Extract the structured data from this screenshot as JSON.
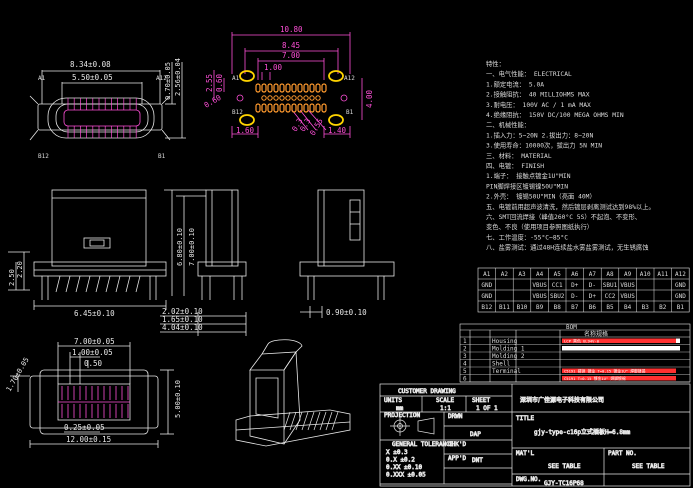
{
  "colors": {
    "background": "#000000",
    "line": "#e8e8e8",
    "dimension_magenta": "#ff4fd8",
    "pad_yellow": "#ffd400",
    "pad_orange": "#ff9a2e",
    "title_cyan": "#35d7ff",
    "title_yellow": "#ffd23a",
    "bar_red": "#ff3030"
  },
  "front_view": {
    "dims": {
      "top_width": "8.34±0.08",
      "inner_width": "5.50±0.05",
      "height_left": "0.70±0.05",
      "height_right": "2.56±0.04"
    },
    "pins": {
      "a1": "A1",
      "a12": "A12",
      "b12": "B12",
      "b1": "B1"
    }
  },
  "pcb_footprint": {
    "dims": {
      "width_outer": "10.80",
      "width_mid": "8.45",
      "width_inner": "7.00",
      "pitch": "1.00",
      "left_v1": "2.55",
      "left_v2": "0.60",
      "right_v": "4.00",
      "hole": "0.60",
      "bottom_left": "1.60",
      "bottom_right": "1.40",
      "bottom_v1": "0.3",
      "bottom_v2": "0.3",
      "bottom_v3": "0.55"
    },
    "pins": {
      "a1": "A1",
      "a12": "A12",
      "b12": "B12",
      "b1": "B1"
    }
  },
  "side_views": {
    "dims": {
      "height_a": "6.80±0.10",
      "height_b": "7.00±0.10",
      "left_a": "2.50",
      "left_b": "2.20",
      "base_width": "6.45±0.10",
      "side_depth": "0.90±0.10",
      "lead_1": "2.02±0.10",
      "lead_2": "1.65±0.10",
      "lead_3": "4.04±0.10"
    }
  },
  "bottom_view": {
    "dims": {
      "top_width": "7.00±0.05",
      "pitch": "1.00±0.05",
      "pitch_half": "0.50",
      "left_height": "1.70±0.05",
      "right_height": "5.00±0.10",
      "pad_width": "0.25±0.05",
      "total_width": "12.00±0.15"
    }
  },
  "spec_notes": [
    "特性：",
    "一、电气性能： ELECTRICAL",
    "1.额定电流： 5.0A",
    "2.接触阻抗： 40 MILLIOHMS MAX",
    "3.耐电压： 100V AC / 1 mA MAX",
    "4.绝缘阻抗： 150V DC/100 MEGA OHMS MIN",
    "二、机械性能：",
    "1.插入力：5~20N  2.拔出力：8~20N",
    "3.使用寿命：10000次，拔出力 5N MIN",
    "三、材料： MATERIAL",
    "四、电镀： FINISH",
    "1.端子：  接触点镀金1U\"MIN",
    "          PIN脚焊接区镀锡镍50U\"MIN",
    "2.外壳：  镀锡50U\"MIN（亮面 40M）",
    "五、电镀前用超声波清洗，然后镀层剥离测试达到98%以上。",
    "六、SMT回流焊接（峰值260°C 5S）不起泡、不变形、",
    "   变色、不良（使用项目参照图纸执行）",
    "七、工作温度：-55°C~85°C",
    "八、盐雾测试：通过48H连续盐水雾盐雾测试，无生锈腐蚀"
  ],
  "pin_table": {
    "row_a": [
      "A1",
      "A2",
      "A3",
      "A4",
      "A5",
      "A6",
      "A7",
      "A8",
      "A9",
      "A10",
      "A11",
      "A12"
    ],
    "row_a_sig": [
      "GND",
      "",
      "",
      "VBUS",
      "CC1",
      "D+",
      "D-",
      "SBU1",
      "VBUS",
      "",
      "",
      "GND"
    ],
    "row_b_sig": [
      "GND",
      "",
      "",
      "VBUS",
      "SBU2",
      "D-",
      "D+",
      "CC2",
      "VBUS",
      "",
      "",
      "GND"
    ],
    "row_b": [
      "B12",
      "B11",
      "B10",
      "B9",
      "B8",
      "B7",
      "B6",
      "B5",
      "B4",
      "B3",
      "B2",
      "B1"
    ]
  },
  "bom": {
    "header": "BOM",
    "col_name": "名称规格",
    "rows": [
      {
        "no": "1",
        "item": "Housing",
        "spec": "LCP 黑色 UL94V-0"
      },
      {
        "no": "2",
        "item": "Molding 1",
        "spec": ""
      },
      {
        "no": "3",
        "item": "Molding 2",
        "spec": ""
      },
      {
        "no": "4",
        "item": "Shell",
        "spec": ""
      },
      {
        "no": "5",
        "item": "Terminal",
        "spec": "C5191 磷铜 镀金 T=0.15 镀金1U\" 焊脚镀锡"
      },
      {
        "no": "6",
        "item": "",
        "spec": "C5191 T=0.15 镀金1U\" 焊脚镀锡"
      }
    ]
  },
  "title_block": {
    "header": "CUSTOMER DRAWING",
    "units_label": "UNITS",
    "units_value": "mm",
    "scale_label": "SCALE",
    "scale_value": "1:1",
    "sheet_label": "SHEET",
    "sheet_value": "1 OF 1",
    "projection_label": "PROJECTION",
    "tolerance_label": "GENERAL TOLERANCE",
    "tolerances": [
      "X   ±0.3",
      "0.X ±0.2",
      "0.XX ±0.10",
      "0.XXX ±0.05"
    ],
    "company": "深圳市广佳源电子科技有限公司",
    "title_label": "TITLE",
    "title_value": "gjy-type-c16p立式插板H=6.8mm",
    "drwn_label": "DRWN",
    "drwn_value": "DAP",
    "chkd_label": "CHK'D",
    "chkd_value": "",
    "appd_label": "APP'D",
    "appd_value": "DNT",
    "mat_label": "MAT'L",
    "mat_value": "SEE TABLE",
    "part_label": "PART NO.",
    "part_value": "SEE TABLE",
    "dwg_label": "DWG.NO.",
    "dwg_value": "GJY-TC16P68"
  }
}
